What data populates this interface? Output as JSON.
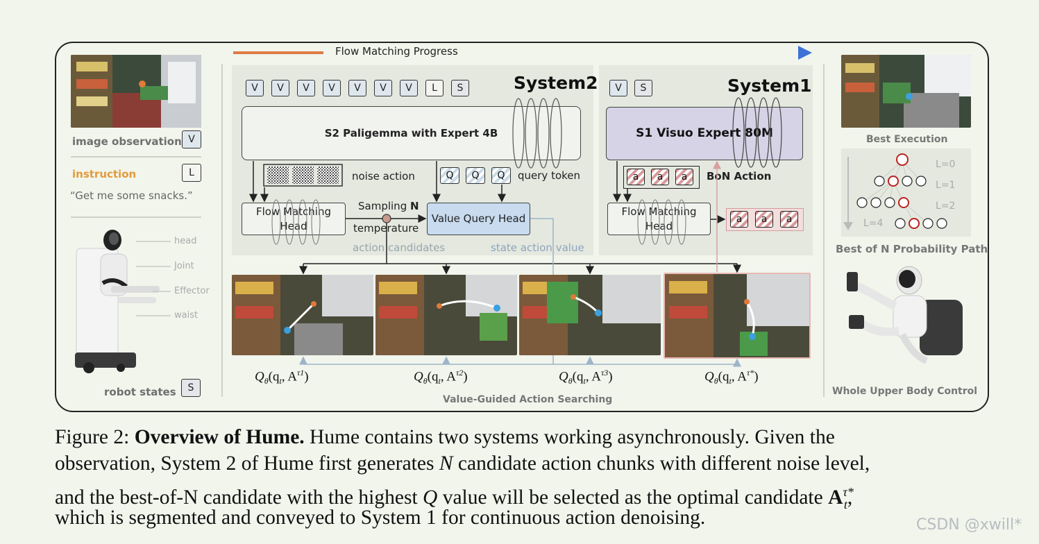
{
  "figure": {
    "progress_label": "Flow Matching Progress",
    "left": {
      "image_observation": "image observation",
      "v_badge": "V",
      "instruction": "instruction",
      "l_badge": "L",
      "quote": "“Get me some snacks.”",
      "parts": [
        "head",
        "Joint",
        "Effector",
        "waist"
      ],
      "robot_states": "robot states",
      "s_badge": "S"
    },
    "system2": {
      "title": "System2",
      "tokens": [
        "V",
        "V",
        "V",
        "V",
        "V",
        "V",
        "V",
        "L",
        "S"
      ],
      "backbone": "S2 Paligemma with Expert 4B",
      "noise_action": "noise action",
      "query_tokens": [
        "Q",
        "Q",
        "Q"
      ],
      "query_token": "query token",
      "flow_head": "Flow Matching Head",
      "sampling": "Sampling",
      "sampling_n": "N",
      "temperature": "temperature",
      "value_head": "Value Query Head",
      "action_candidates": "action candidates",
      "state_action_value": "state action value"
    },
    "system1": {
      "title": "System1",
      "tokens": [
        "V",
        "S"
      ],
      "backbone": "S1 Visuo Expert 80M",
      "bon_tokens": [
        "a",
        "a",
        "a"
      ],
      "bon_action": "BoN Action",
      "flow_head": "Flow Matching Head",
      "out_tokens": [
        "a",
        "a",
        "a"
      ]
    },
    "candidates": {
      "q_base": "Q",
      "q_sub": "θ",
      "q_args": "(q",
      "q_t": "t",
      "q_comma": ", A",
      "tau_labels": [
        "τ1",
        "τ2",
        "τ3",
        "τ*"
      ],
      "q_close": ")",
      "bottom_label": "Value-Guided Action Searching"
    },
    "right": {
      "best_execution": "Best Execution",
      "levels": [
        "L=0",
        "L=1",
        "L=2",
        "L=4"
      ],
      "bon_path": "Best of N Probability Path",
      "whole_body": "Whole Upper Body Control"
    }
  },
  "caption": {
    "fig_label": "Figure 2:",
    "bold_title": "Overview of Hume.",
    "line1_rest": "Hume contains two systems working asynchronously. Given the",
    "line2_a": "observation, System 2 of Hume first generates",
    "line2_n": "N",
    "line2_b": "candidate action chunks with different noise level,",
    "line3_a": "and the best-of-N candidate with the highest",
    "line3_q": "Q",
    "line3_b": "value will be selected as the optimal candidate",
    "line3_A": "A",
    "line3_tau": "τ*",
    "line3_t": "t",
    "line3_end": ",",
    "line4": "which is segmented and conveyed to System 1 for continuous action denoising."
  },
  "watermark": "CSDN @xwill*"
}
